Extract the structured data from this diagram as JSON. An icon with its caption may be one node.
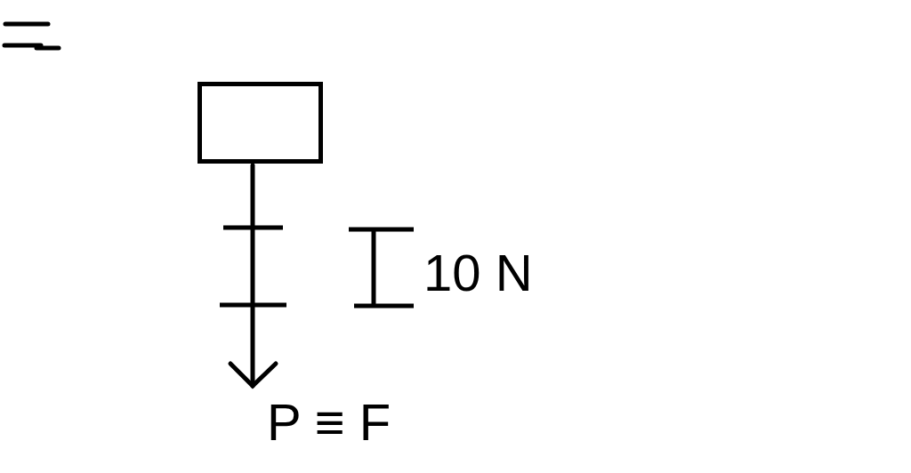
{
  "diagram": {
    "nodes": [
      {
        "text": [],
        "shape": "box"
      }
    ],
    "labels": [
      "10 N",
      "P ≡ F"
    ]
  }
}
